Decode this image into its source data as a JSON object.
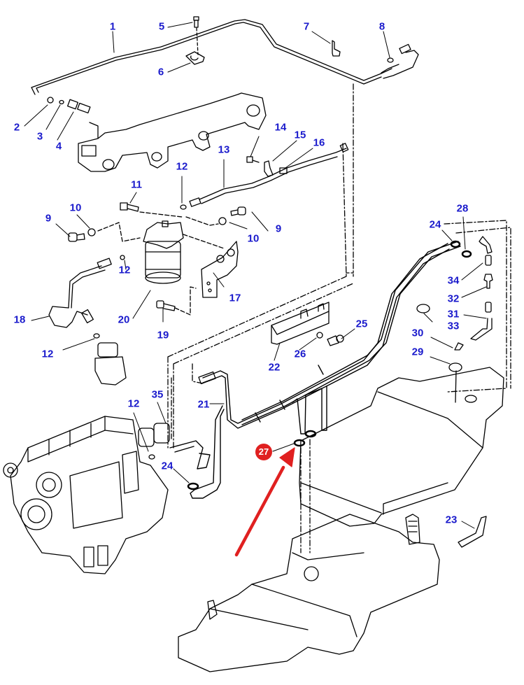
{
  "diagram": {
    "title": "Fuel system exploded parts diagram",
    "callout_color": "#1a1acc",
    "highlight_color": "#e02020",
    "highlighted_part": "27",
    "callouts": [
      {
        "id": "c1",
        "label": "1",
        "part": "fuel pipe (upper)"
      },
      {
        "id": "c2",
        "label": "2",
        "part": "nut"
      },
      {
        "id": "c3",
        "label": "3",
        "part": "olive"
      },
      {
        "id": "c4",
        "label": "4",
        "part": "union"
      },
      {
        "id": "c5",
        "label": "5",
        "part": "bolt"
      },
      {
        "id": "c6",
        "label": "6",
        "part": "pipe clip"
      },
      {
        "id": "c7",
        "label": "7",
        "part": "P-clip"
      },
      {
        "id": "c8",
        "label": "8",
        "part": "olive"
      },
      {
        "id": "c9a",
        "label": "9",
        "part": "bolt"
      },
      {
        "id": "c9b",
        "label": "9",
        "part": "bolt"
      },
      {
        "id": "c10a",
        "label": "10",
        "part": "washer"
      },
      {
        "id": "c10b",
        "label": "10",
        "part": "washer"
      },
      {
        "id": "c11",
        "label": "11",
        "part": "bolt"
      },
      {
        "id": "c12a",
        "label": "12",
        "part": "olive"
      },
      {
        "id": "c12b",
        "label": "12",
        "part": "olive"
      },
      {
        "id": "c12c",
        "label": "12",
        "part": "olive"
      },
      {
        "id": "c12d",
        "label": "12",
        "part": "olive"
      },
      {
        "id": "c13",
        "label": "13",
        "part": "fuel pipe"
      },
      {
        "id": "c14",
        "label": "14",
        "part": "bolt"
      },
      {
        "id": "c15",
        "label": "15",
        "part": "clip"
      },
      {
        "id": "c16",
        "label": "16",
        "part": "union"
      },
      {
        "id": "c17",
        "label": "17",
        "part": "mounting bracket"
      },
      {
        "id": "c18",
        "label": "18",
        "part": "fuel pipe"
      },
      {
        "id": "c19",
        "label": "19",
        "part": "bolt"
      },
      {
        "id": "c20",
        "label": "20",
        "part": "fuel filter"
      },
      {
        "id": "c21",
        "label": "21",
        "part": "fuel hoses"
      },
      {
        "id": "c22",
        "label": "22",
        "part": "hose bracket"
      },
      {
        "id": "c23",
        "label": "23",
        "part": "hose"
      },
      {
        "id": "c24a",
        "label": "24",
        "part": "hose clamp"
      },
      {
        "id": "c24b",
        "label": "24",
        "part": "hose clamp"
      },
      {
        "id": "c25",
        "label": "25",
        "part": "bolt"
      },
      {
        "id": "c26",
        "label": "26",
        "part": "washer"
      },
      {
        "id": "c27",
        "label": "27",
        "part": "hose clamp"
      },
      {
        "id": "c28",
        "label": "28",
        "part": "hose clamp"
      },
      {
        "id": "c29",
        "label": "29",
        "part": "grommet"
      },
      {
        "id": "c30",
        "label": "30",
        "part": "elbow"
      },
      {
        "id": "c31",
        "label": "31",
        "part": "hose"
      },
      {
        "id": "c32",
        "label": "32",
        "part": "valve"
      },
      {
        "id": "c33",
        "label": "33",
        "part": "grommet"
      },
      {
        "id": "c34",
        "label": "34",
        "part": "hose"
      },
      {
        "id": "c35",
        "label": "35",
        "part": "fuel pump"
      }
    ]
  }
}
